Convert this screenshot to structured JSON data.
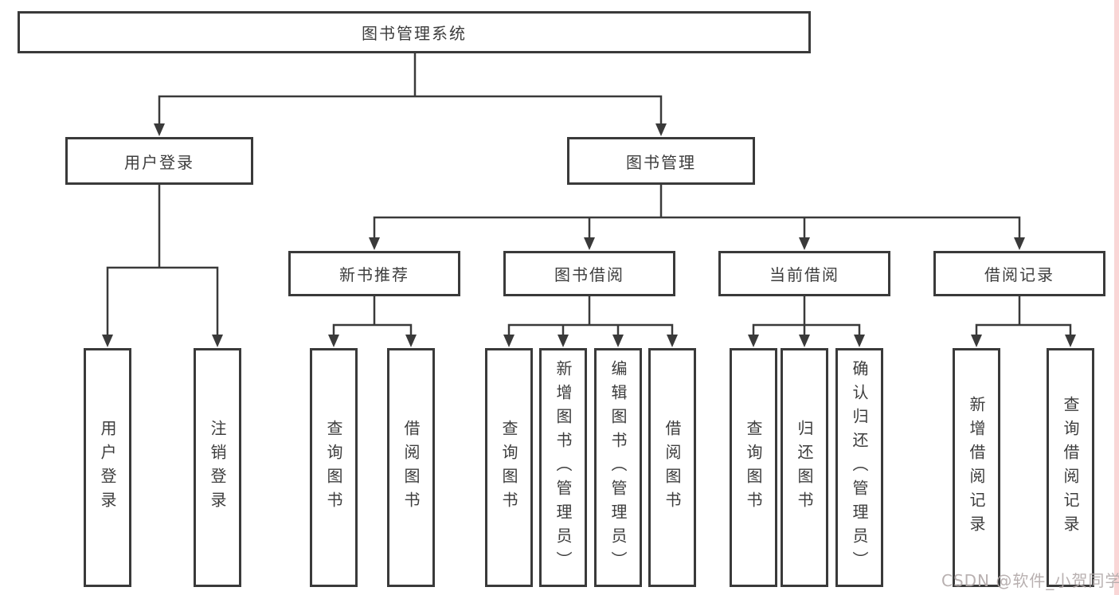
{
  "tree": {
    "root": "图书管理系统",
    "children": [
      {
        "label": "用户登录",
        "children": [
          {
            "label": "用户登录"
          },
          {
            "label": "注销登录"
          }
        ]
      },
      {
        "label": "图书管理",
        "children": [
          {
            "label": "新书推荐",
            "children": [
              {
                "label": "查询图书"
              },
              {
                "label": "借阅图书"
              }
            ]
          },
          {
            "label": "图书借阅",
            "children": [
              {
                "label": "查询图书"
              },
              {
                "label": "新增图书（管理员）"
              },
              {
                "label": "编辑图书（管理员）"
              },
              {
                "label": "借阅图书"
              }
            ]
          },
          {
            "label": "当前借阅",
            "children": [
              {
                "label": "查询图书"
              },
              {
                "label": "归还图书"
              },
              {
                "label": "确认归还（管理员）"
              }
            ]
          },
          {
            "label": "借阅记录",
            "children": [
              {
                "label": "新增借阅记录"
              },
              {
                "label": "查询借阅记录"
              }
            ]
          }
        ]
      }
    ]
  },
  "watermark": "CSDN @软件_小贺同学",
  "colors": {
    "line": "#3a3a3a",
    "text": "#3d3d3d",
    "box_background": "#ffffff",
    "watermark": "#b3aaaa",
    "right_edge_strip": "#f9d6d6"
  }
}
